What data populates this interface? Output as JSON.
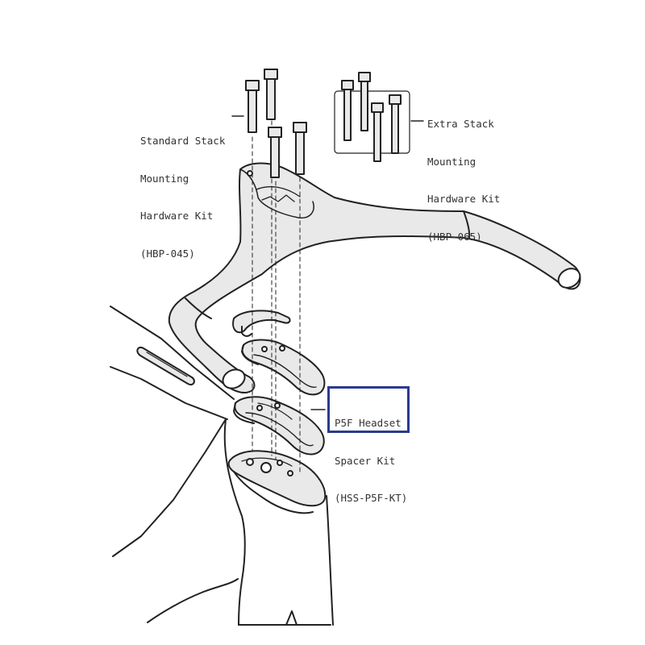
{
  "labels": {
    "standard_kit": [
      "Standard Stack",
      "Mounting",
      "Hardware Kit",
      "(HBP-045)"
    ],
    "extra_kit": [
      "Extra Stack",
      "Mounting",
      "Hardware Kit",
      "(HBP-065)"
    ],
    "spacer_kit": [
      "P5F Headset",
      "Spacer Kit",
      "(HSS-P5F-KT)"
    ]
  },
  "colors": {
    "outline": "#222222",
    "part_fill": "#e9e9e9",
    "highlight_box": "#2b3a8f",
    "text": "#333333"
  }
}
